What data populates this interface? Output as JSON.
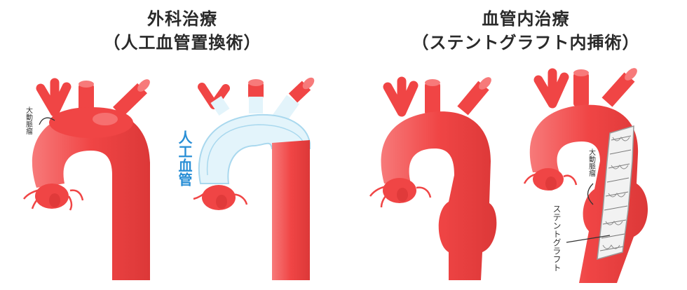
{
  "surgery": {
    "title": "外科治療",
    "subtitle": "（人工血管置換術）",
    "label_aneurysm": "大動脈瘤",
    "label_graft": "人工血管"
  },
  "endovascular": {
    "title": "血管内治療",
    "subtitle": "（ステントグラフト内挿術）",
    "label_aneurysm": "大動脈瘤",
    "label_stent": "ステントグラフト"
  },
  "colors": {
    "aorta": "#f04545",
    "aorta_shade": "#d63434",
    "aorta_light": "#f77a7a",
    "graft_fill": "#e3f4fb",
    "graft_stroke": "#a9d8ee",
    "graft_label": "#2a8fd6",
    "stent_fill": "#f2f2f2"
  }
}
